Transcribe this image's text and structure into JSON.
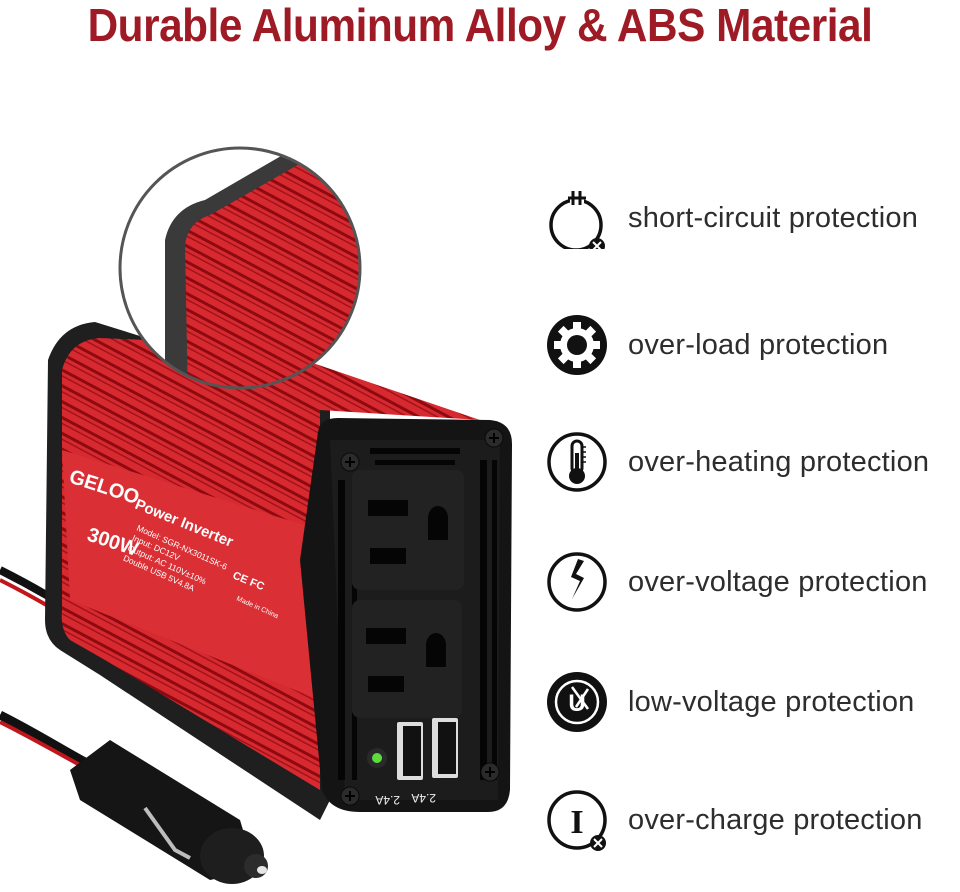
{
  "headline": {
    "text": "Durable Aluminum Alloy & ABS Material",
    "color": "#9e1b25"
  },
  "product": {
    "brand": "GELOO",
    "title": "Power Inverter",
    "wattage": "300W",
    "specs": [
      "Model: SGR-NX3011SK-6",
      "Input: DC12V",
      "Output: AC 110V±10%",
      "Double USB 5V4.8A"
    ],
    "certifications": "CE FC",
    "origin": "Made in China",
    "usb_ports": [
      {
        "label": "2.4A"
      },
      {
        "label": "2.4A"
      }
    ],
    "body_color": "#d8232a",
    "indicator_color": "#5ddc3c"
  },
  "features": [
    {
      "icon": "short-circuit-icon",
      "label": "short-circuit protection"
    },
    {
      "icon": "gear-icon",
      "label": "over-load protection"
    },
    {
      "icon": "thermometer-icon",
      "label": "over-heating protection"
    },
    {
      "icon": "lightning-icon",
      "label": "over-voltage protection"
    },
    {
      "icon": "low-voltage-icon",
      "label": "low-voltage protection"
    },
    {
      "icon": "over-charge-icon",
      "label": "over-charge protection"
    }
  ]
}
